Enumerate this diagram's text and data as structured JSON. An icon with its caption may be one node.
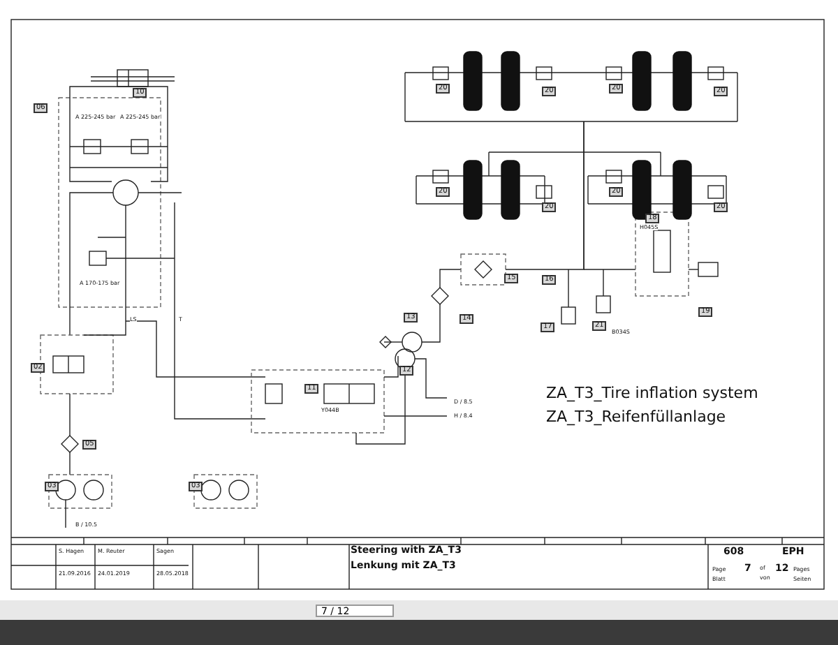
{
  "diagram": {
    "labels": [
      "10",
      "06",
      "A 225-245 bar",
      "A 225-245 bar",
      "A 170-175 bar",
      "LS",
      "T",
      "02",
      "05",
      "03",
      "B / 10.5",
      "03",
      "11",
      "Y044B",
      "12",
      "13",
      "14",
      "15",
      "16",
      "17",
      "18",
      "H045S",
      "19",
      "21",
      "B034S",
      "D / 8.5",
      "H / 8.4",
      "20",
      "20",
      "20",
      "20",
      "20",
      "20",
      "20",
      "20",
      "ZA_T3_Tire inflation system",
      "ZA_T3_Reifenfüllanlage",
      "S. Hagen",
      "21.09.2016",
      "M. Reuter",
      "24.01.2019",
      "Sagen",
      "28.05.2018",
      "Steering with ZA_T3",
      "Lenkung mit ZA_T3",
      "608",
      "EPH",
      "Page",
      "Blatt",
      "7",
      "of",
      "von",
      "12",
      "Pages",
      "Seiten",
      "7 / 12"
    ]
  }
}
